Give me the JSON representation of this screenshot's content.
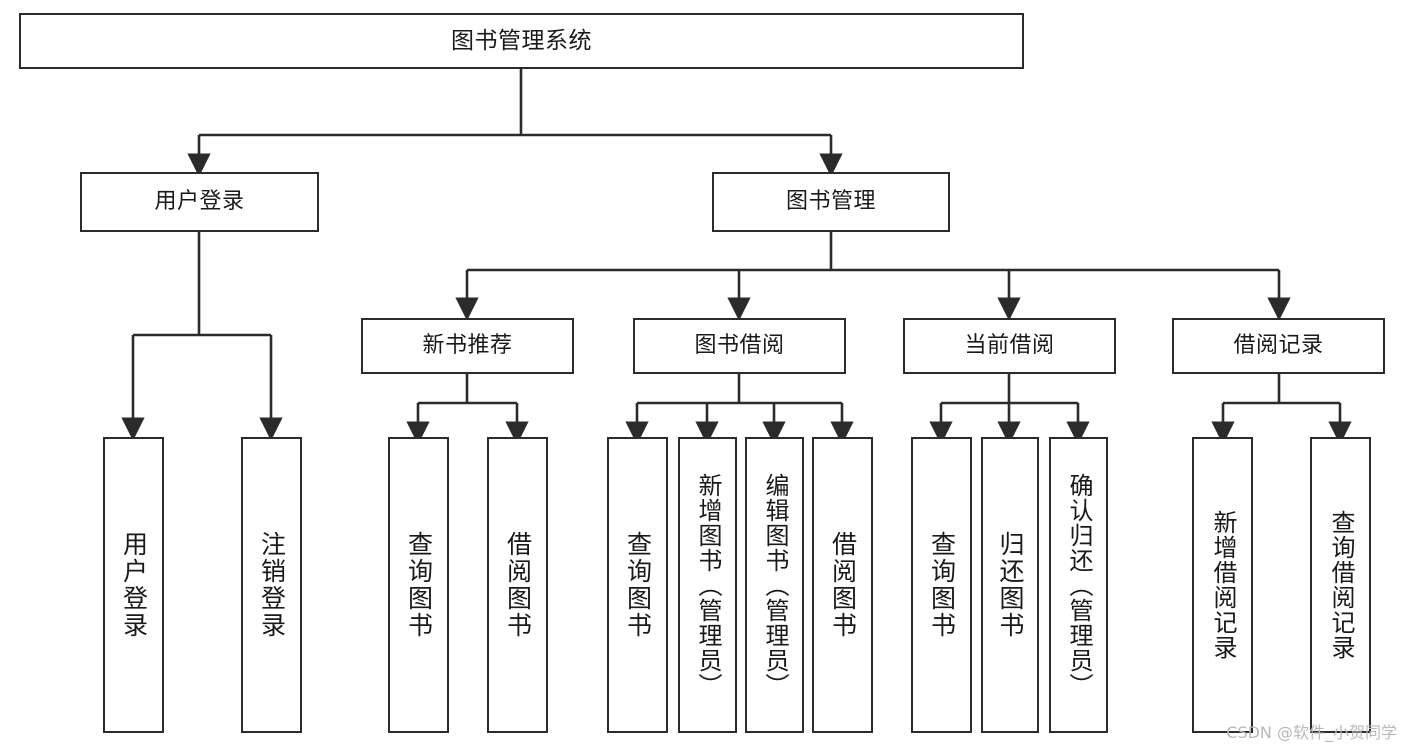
{
  "diagram": {
    "type": "tree",
    "title": "图书管理系统",
    "background": "#ffffff",
    "line_color": "#2b2b2b",
    "text_color": "#1a1a1a",
    "nodes": {
      "root": {
        "label": "图书管理系统"
      },
      "level2": [
        {
          "label": "用户登录"
        },
        {
          "label": "图书管理"
        }
      ],
      "level3": [
        {
          "label": "新书推荐"
        },
        {
          "label": "图书借阅"
        },
        {
          "label": "当前借阅"
        },
        {
          "label": "借阅记录"
        }
      ],
      "leaves_user_login": [
        {
          "label": "用户登录"
        },
        {
          "label": "注销登录"
        }
      ],
      "leaves_new_book": [
        {
          "label": "查询图书"
        },
        {
          "label": "借阅图书"
        }
      ],
      "leaves_borrow": [
        {
          "label": "查询图书"
        },
        {
          "label": "新增图书（管理员）"
        },
        {
          "label": "编辑图书（管理员）"
        },
        {
          "label": "借阅图书"
        }
      ],
      "leaves_current": [
        {
          "label": "查询图书"
        },
        {
          "label": "归还图书"
        },
        {
          "label": "确认归还（管理员）"
        }
      ],
      "leaves_records": [
        {
          "label": "新增借阅记录"
        },
        {
          "label": "查询借阅记录"
        }
      ]
    }
  },
  "watermark": {
    "text": "CSDN @软件_小贺同学"
  }
}
